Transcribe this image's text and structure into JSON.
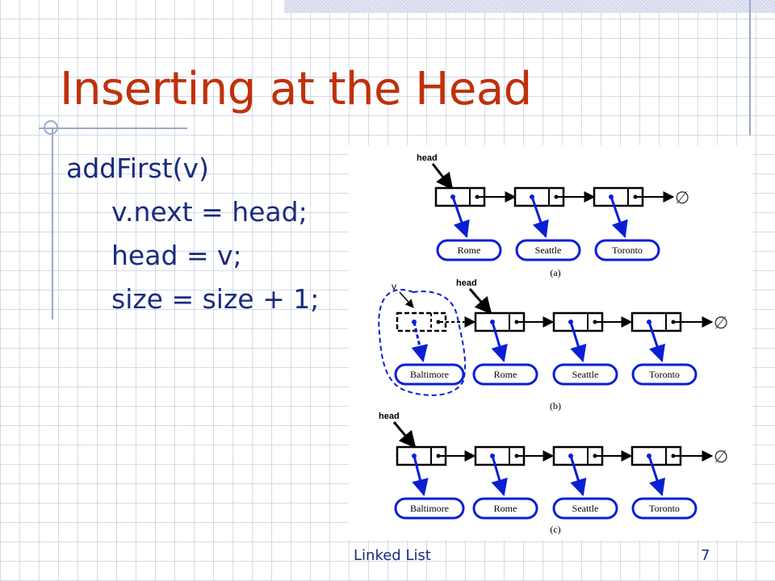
{
  "slide": {
    "title": "Inserting at the Head",
    "code": [
      "addFirst(v)",
      "v.next = head;",
      "head = v;",
      "size = size + 1;"
    ],
    "footer": "Linked List",
    "page_number": "7"
  },
  "diagram": {
    "null_symbol": "∅",
    "panels": [
      {
        "label": "(a)",
        "head_label": "head",
        "new_node_label": "",
        "elements": [
          "Rome",
          "Seattle",
          "Toronto"
        ]
      },
      {
        "label": "(b)",
        "head_label": "head",
        "new_node_label": "v",
        "elements": [
          "Baltimore",
          "Rome",
          "Seattle",
          "Toronto"
        ]
      },
      {
        "label": "(c)",
        "head_label": "head",
        "new_node_label": "",
        "elements": [
          "Baltimore",
          "Rome",
          "Seattle",
          "Toronto"
        ]
      }
    ]
  }
}
